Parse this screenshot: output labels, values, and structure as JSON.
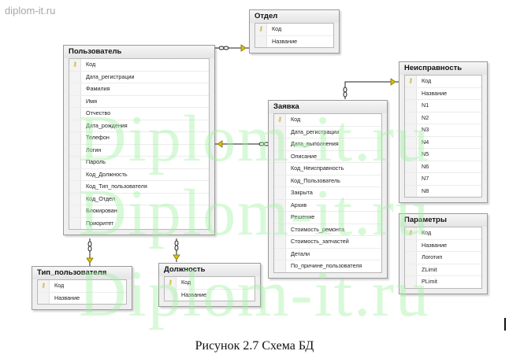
{
  "watermark_top": "diplom-it.ru",
  "watermark_text": "Diplom-it.ru",
  "caption": "Рисунок 2.7 Схема БД",
  "entities": {
    "otdel": {
      "title": "Отдел",
      "fields": [
        "Код",
        "Название"
      ]
    },
    "polzovatel": {
      "title": "Пользователь",
      "fields": [
        "Код",
        "Дата_регистрации",
        "Фамилия",
        "Имя",
        "Отчество",
        "Дата_рождения",
        "Телефон",
        "Логин",
        "Пароль",
        "Код_Должность",
        "Код_Тип_пользователя",
        "Код_Отдел",
        "Блокирован",
        "Приоритет"
      ]
    },
    "neispravnost": {
      "title": "Неисправность",
      "fields": [
        "Код",
        "Название",
        "N1",
        "N2",
        "N3",
        "N4",
        "N5",
        "N6",
        "N7",
        "N8"
      ]
    },
    "zayavka": {
      "title": "Заявка",
      "fields": [
        "Код",
        "Дата_регистрации",
        "Дата_выполнения",
        "Описание",
        "Код_Неисправность",
        "Код_Пользователь",
        "Закрыта",
        "Архив",
        "Решение",
        "Стоимость_ремонта",
        "Стоимость_запчастей",
        "Детали",
        "По_причине_пользователя"
      ]
    },
    "parametry": {
      "title": "Параметры",
      "fields": [
        "Код",
        "Название",
        "Логотип",
        "ZLimit",
        "PLimit"
      ]
    },
    "tip_polzovatelya": {
      "title": "Тип_пользователя",
      "fields": [
        "Код",
        "Название"
      ]
    },
    "dolzhnost": {
      "title": "Должность",
      "fields": [
        "Код",
        "Название"
      ]
    }
  }
}
